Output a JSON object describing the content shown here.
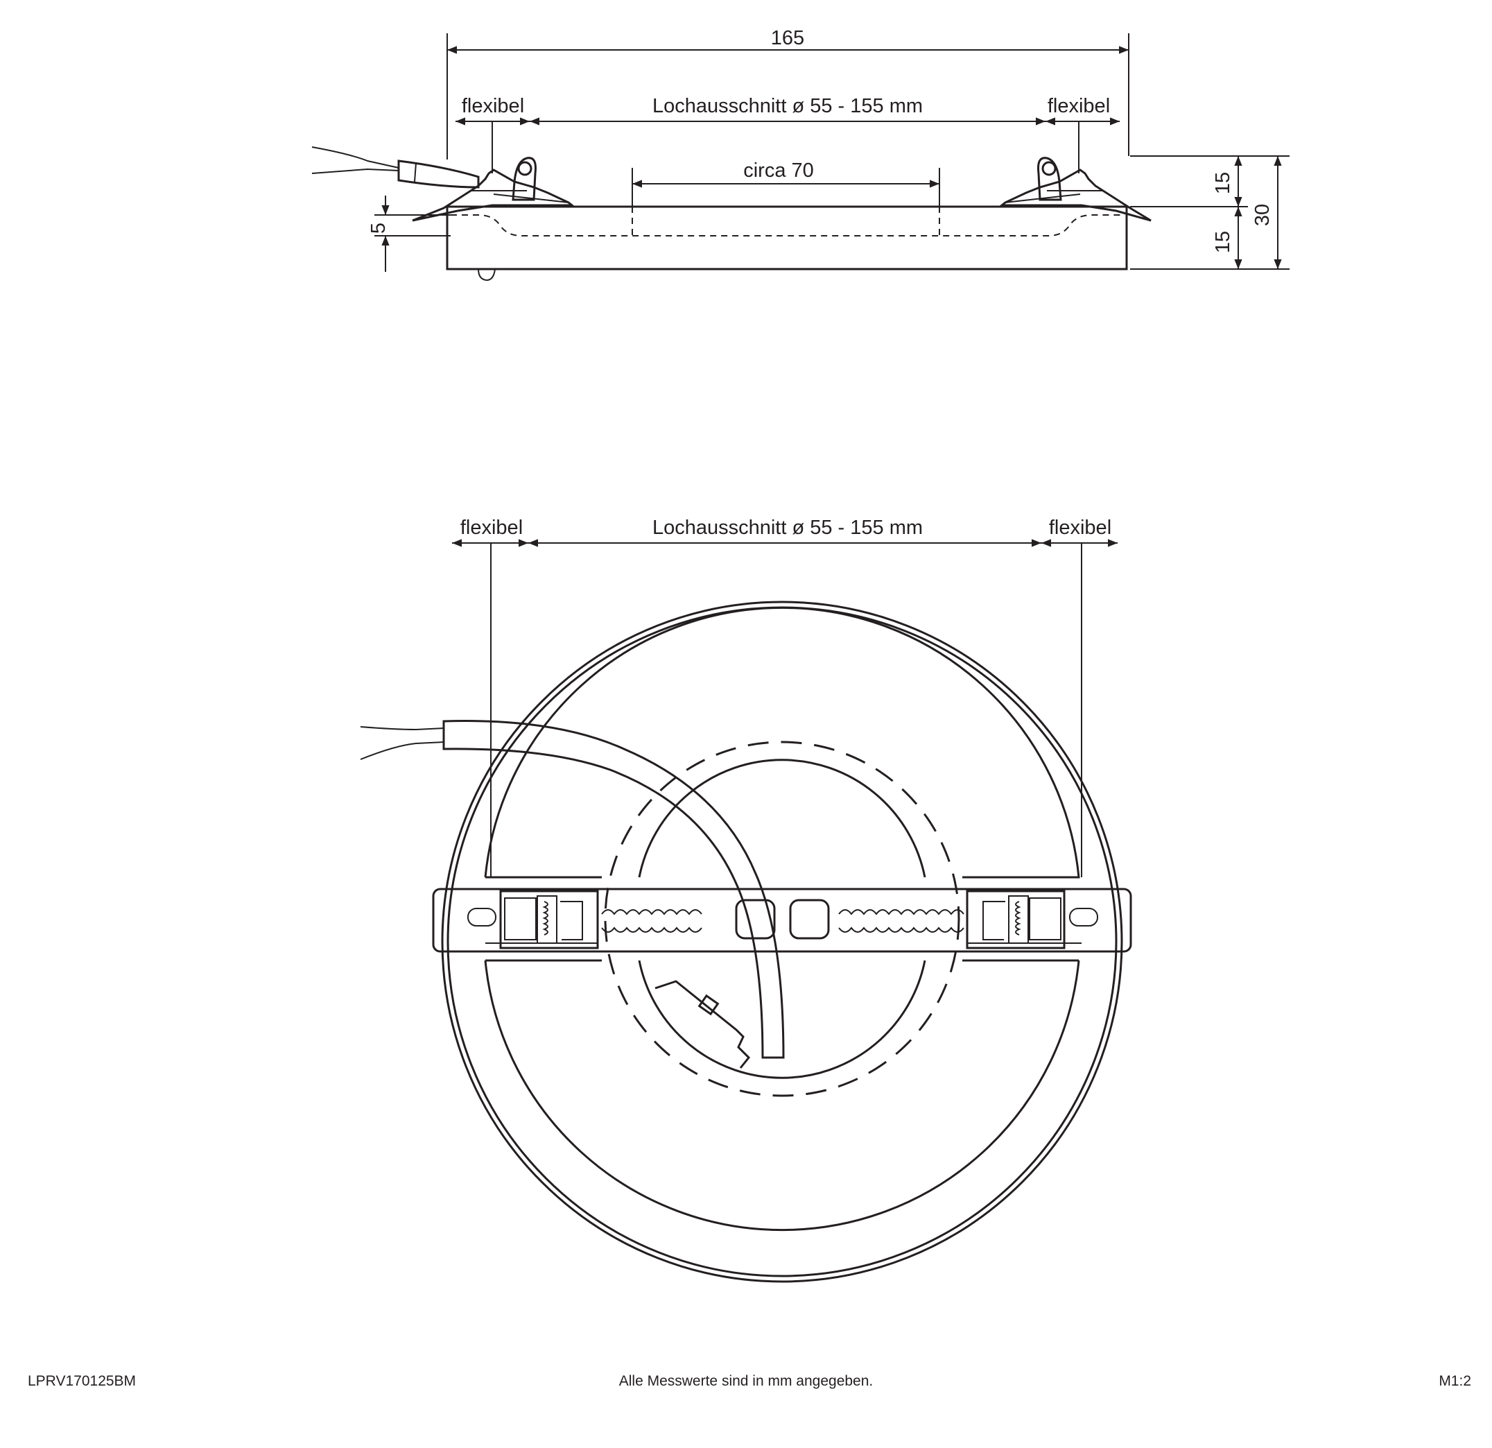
{
  "side_view": {
    "overall_width": "165",
    "flex_left": "flexibel",
    "hole_cutout": "Lochausschnitt ø 55 - 155 mm",
    "flex_right": "flexibel",
    "approx": "circa 70",
    "height_top": "15",
    "height_bottom": "15",
    "height_total": "30",
    "rim_height": "5"
  },
  "top_view": {
    "flex_left": "flexibel",
    "hole_cutout": "Lochausschnitt ø 55 - 155 mm",
    "flex_right": "flexibel"
  },
  "footer": {
    "article_number": "LPRV170125BM",
    "note": "Alle Messwerte sind in mm angegeben.",
    "scale": "M1:2"
  }
}
